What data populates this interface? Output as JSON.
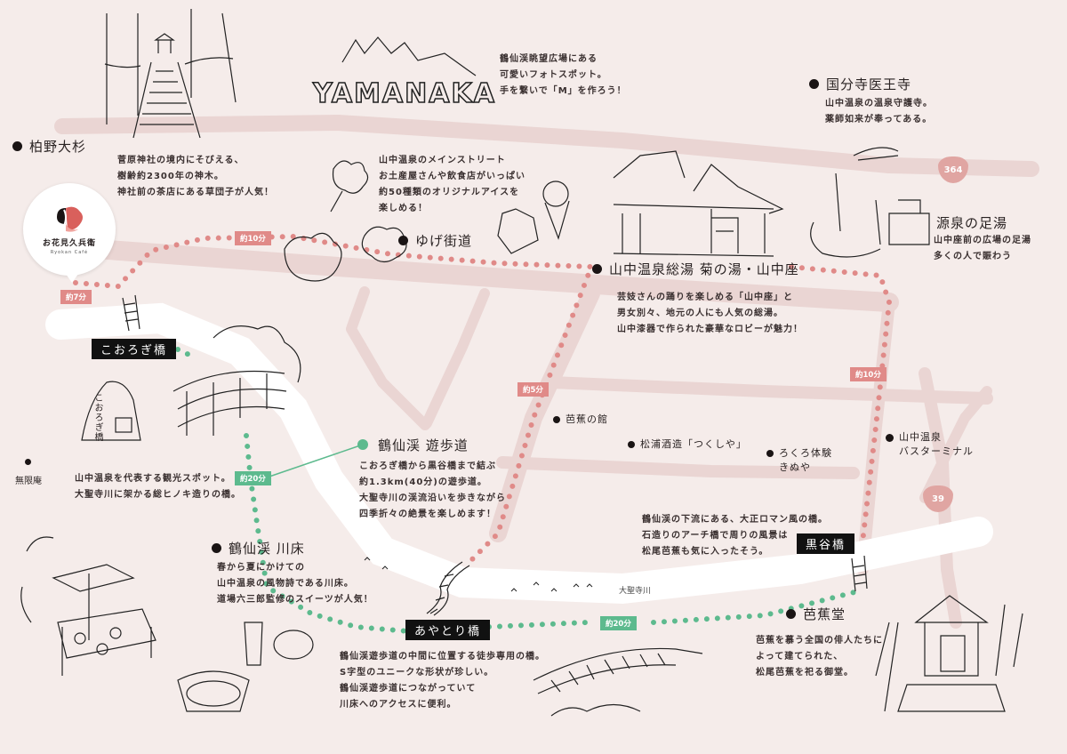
{
  "colors": {
    "background": "#f5ecea",
    "road": "#ead5d3",
    "river": "#ffffff",
    "pink_route": "#e08a88",
    "green_route": "#5dba8e",
    "label_black": "#111111"
  },
  "logo": {
    "name": "お花見久兵衛",
    "subtitle": "Ryokan Café",
    "icon": "plum-blossom-logo-icon"
  },
  "spots": {
    "kashiwano": {
      "title": "柏野大杉",
      "desc": [
        "菅原神社の境内にそびえる、",
        "樹齢約2300年の神木。",
        "神社前の茶店にある草団子が人気！"
      ]
    },
    "yamanaka_sign": {
      "sign_text": "YAMANAKA",
      "desc": [
        "鶴仙渓眺望広場にある",
        "可愛いフォトスポット。",
        "手を繋いで「M」を作ろう！"
      ]
    },
    "yuge_kaido": {
      "title": "ゆげ街道",
      "desc": [
        "山中温泉のメインストリート",
        "お土産屋さんや飲食店がいっぱい",
        "約50種類のオリジナルアイスを",
        "楽しめる！"
      ]
    },
    "kokubunji": {
      "title": "国分寺医王寺",
      "desc": [
        "山中温泉の温泉守護寺。",
        "薬師如来が奉ってある。"
      ]
    },
    "ashiyu": {
      "title": "源泉の足湯",
      "desc": [
        "山中座前の広場の足湯",
        "多くの人で賑わう"
      ]
    },
    "soyu": {
      "title": "山中温泉総湯 菊の湯・山中座",
      "desc": [
        "芸妓さんの踊りを楽しめる「山中座」と",
        "男女別々、地元の人にも人気の総湯。",
        "山中漆器で作られた豪華なロビーが魅力！"
      ]
    },
    "korogi": {
      "label": "こおろぎ橋",
      "stone_text": "こおろぎ橋",
      "desc": [
        "山中温泉を代表する観光スポット。",
        "大聖寺川に架かる総ヒノキ造りの橋。"
      ]
    },
    "mugenan": {
      "title": "無限庵"
    },
    "yuhodo": {
      "title": "鶴仙渓 遊歩道",
      "desc": [
        "こおろぎ橋から黒谷橋まで結ぶ",
        "約1.3km(40分)の遊歩道。",
        "大聖寺川の渓流沿いを歩きながら",
        "四季折々の絶景を楽しめます！"
      ]
    },
    "bashonoyakata": {
      "title": "芭蕉の館"
    },
    "matsuura": {
      "title": "松浦酒造「つくしや」"
    },
    "rokuro": {
      "title": [
        "ろくろ体験",
        "きぬや"
      ]
    },
    "bus_terminal": {
      "title": [
        "山中温泉",
        "バスターミナル"
      ]
    },
    "kurotani": {
      "label": "黒谷橋",
      "desc": [
        "鶴仙渓の下流にある、大正ロマン風の橋。",
        "石造りのアーチ橋で周りの風景は",
        "松尾芭蕉も気に入ったそう。"
      ]
    },
    "kawadoko": {
      "title": "鶴仙渓 川床",
      "desc": [
        "春から夏にかけての",
        "山中温泉の風物詩である川床。",
        "道場六三郎監修のスイーツが人気！"
      ]
    },
    "ayatori": {
      "label": "あやとり橋",
      "desc": [
        "鶴仙渓遊歩道の中間に位置する徒歩専用の橋。",
        "S字型のユニークな形状が珍しい。",
        "鶴仙渓遊歩道につながっていて",
        "川床へのアクセスに便利。"
      ]
    },
    "bashodo": {
      "title": "芭蕉堂",
      "desc": [
        "芭蕉を慕う全国の俳人たちに",
        "よって建てられた、",
        "松尾芭蕉を祀る御堂。"
      ]
    }
  },
  "river": {
    "name": "大聖寺川"
  },
  "routes": {
    "badges": [
      "364",
      "39"
    ],
    "times": {
      "t7": "約7分",
      "t10a": "約10分",
      "t5": "約5分",
      "t10b": "約10分",
      "t20a": "約20分",
      "t20b": "約20分"
    }
  }
}
